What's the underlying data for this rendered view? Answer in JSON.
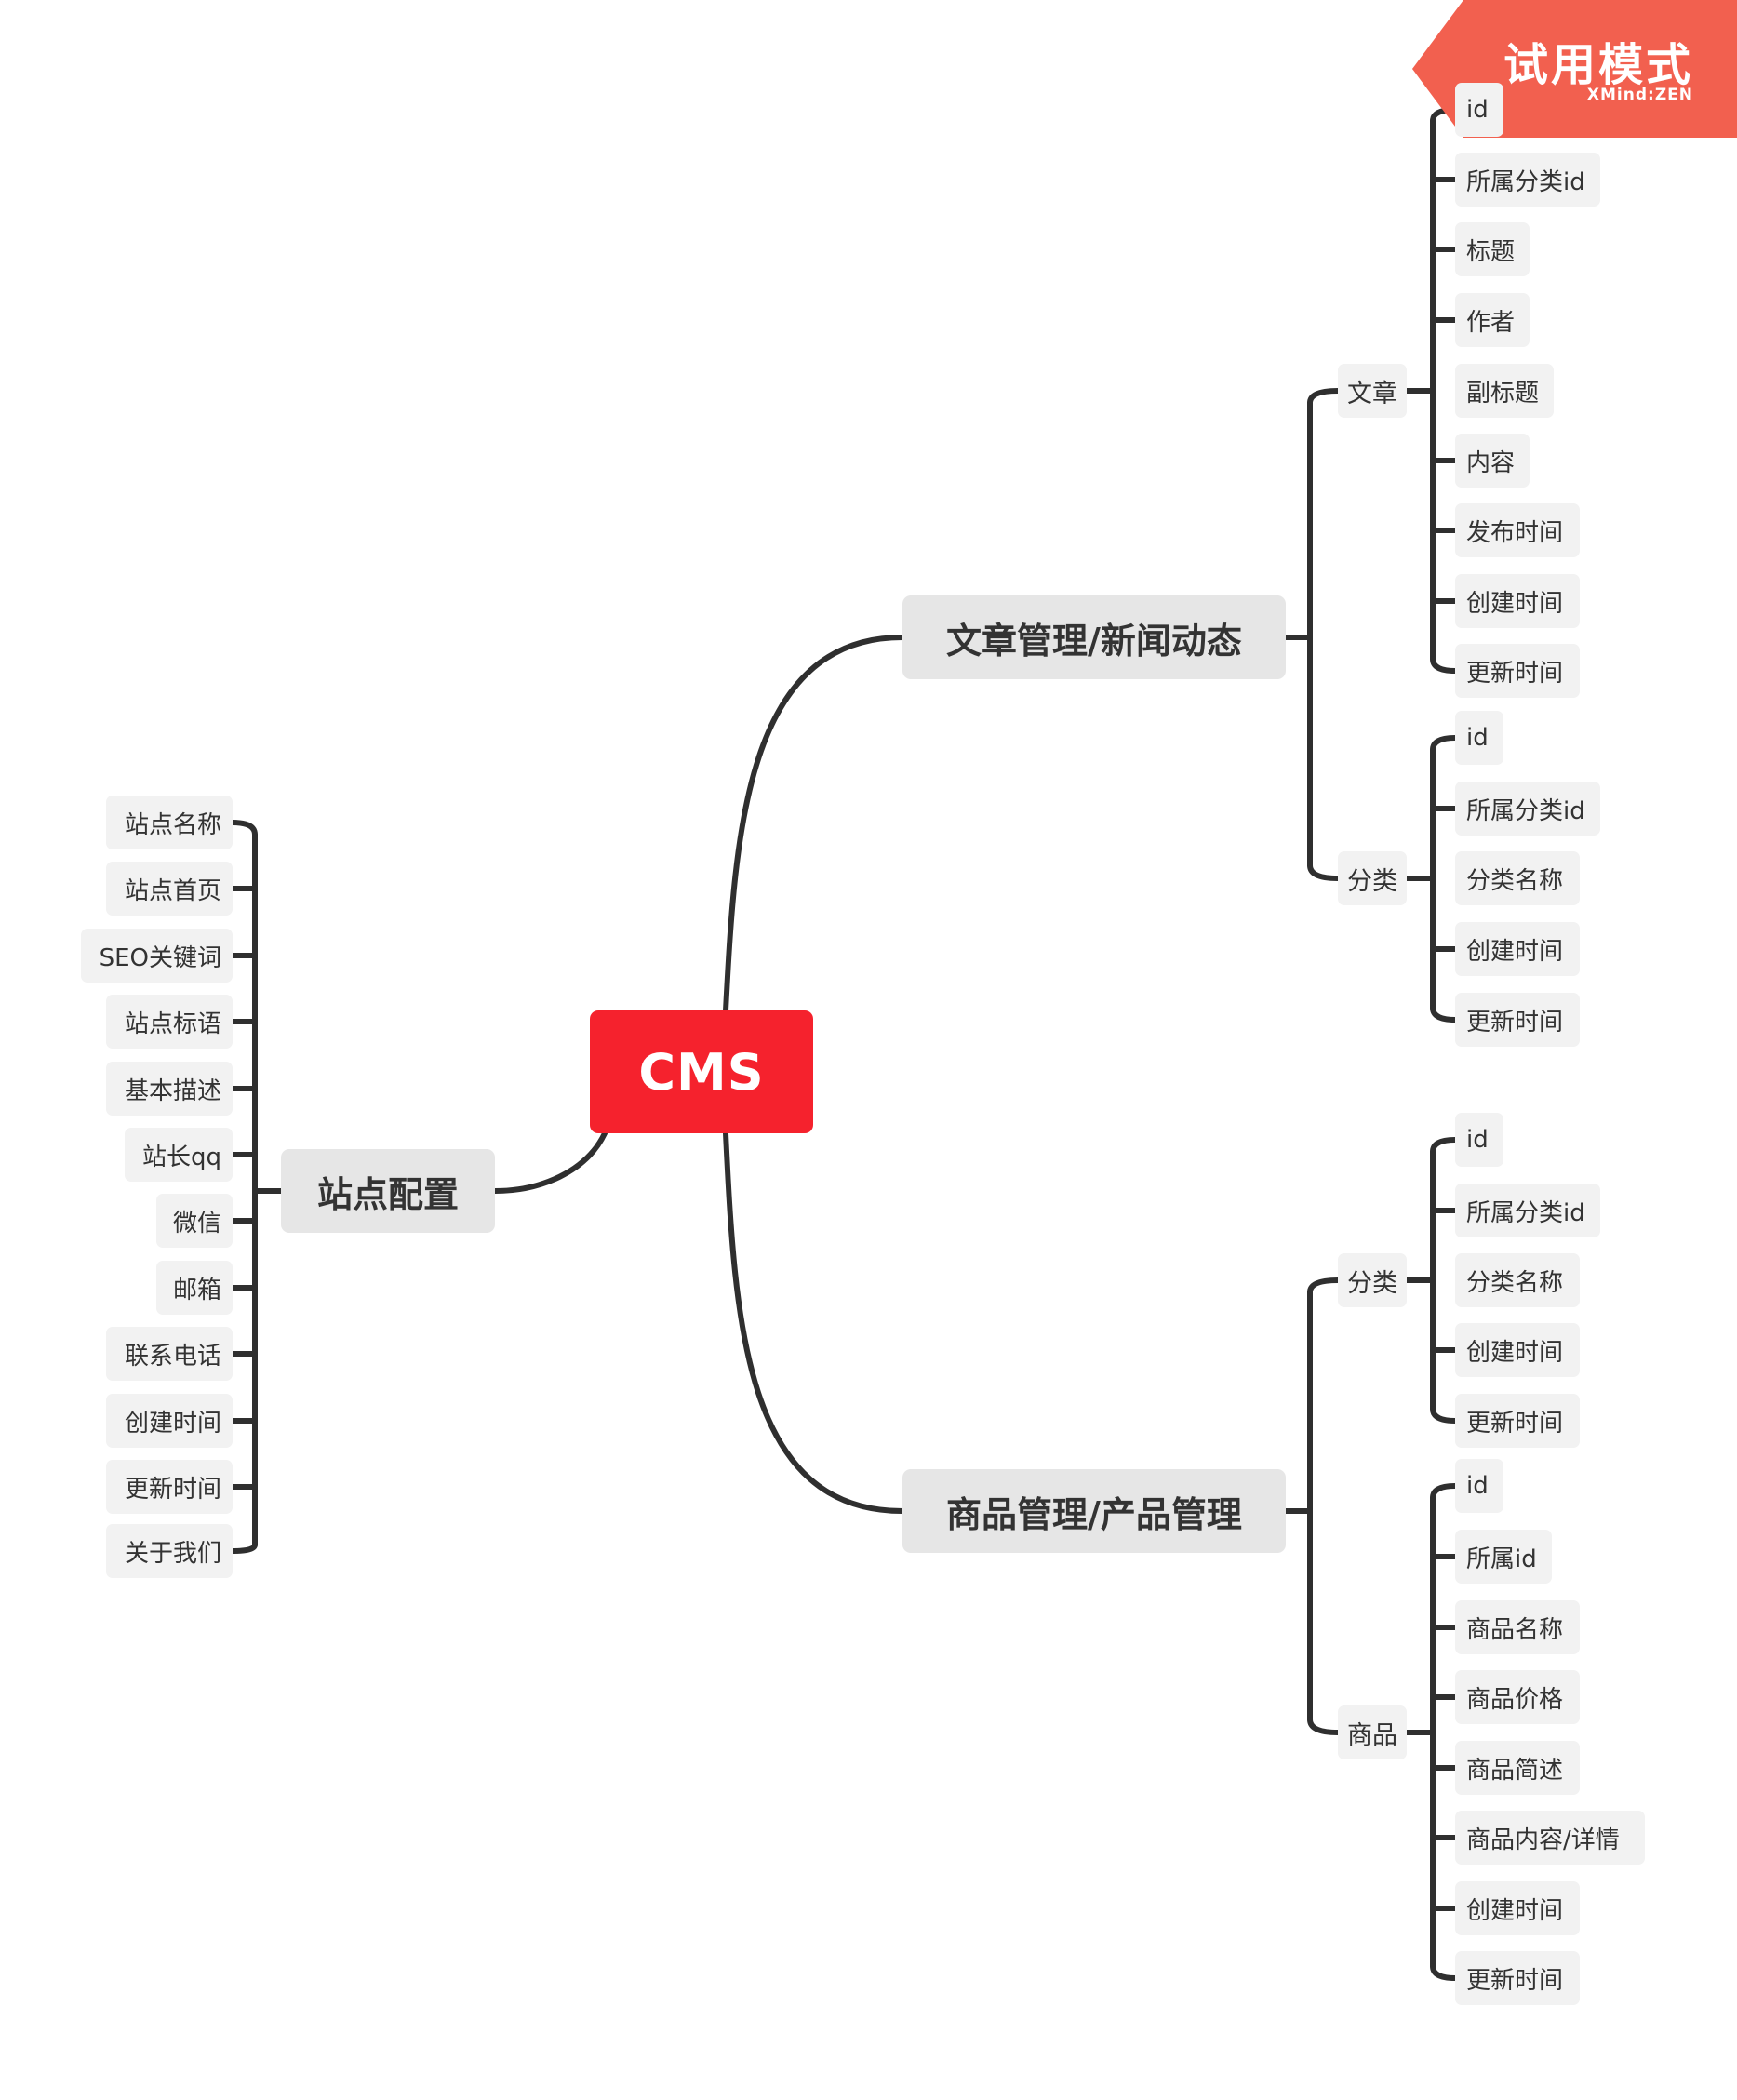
{
  "watermark": {
    "title": "试用模式",
    "brand": "XMind:ZEN"
  },
  "root": {
    "label": "CMS"
  },
  "branches": {
    "site": {
      "label": "站点配置",
      "items": [
        "站点名称",
        "站点首页",
        "SEO关键词",
        "站点标语",
        "基本描述",
        "站长qq",
        "微信",
        "邮箱",
        "联系电话",
        "创建时间",
        "更新时间",
        "关于我们"
      ]
    },
    "article": {
      "label": "文章管理/新闻动态",
      "groups": [
        {
          "label": "文章",
          "items": [
            "id",
            "所属分类id",
            "标题",
            "作者",
            "副标题",
            "内容",
            "发布时间",
            "创建时间",
            "更新时间"
          ]
        },
        {
          "label": "分类",
          "items": [
            "id",
            "所属分类id",
            "分类名称",
            "创建时间",
            "更新时间"
          ]
        }
      ]
    },
    "product": {
      "label": "商品管理/产品管理",
      "groups": [
        {
          "label": "分类",
          "items": [
            "id",
            "所属分类id",
            "分类名称",
            "创建时间",
            "更新时间"
          ]
        },
        {
          "label": "商品",
          "items": [
            "id",
            "所属id",
            "商品名称",
            "商品价格",
            "商品简述",
            "商品内容/详情",
            "创建时间",
            "更新时间"
          ]
        }
      ]
    }
  },
  "colors": {
    "root": "#f5222d",
    "main_topic": "#e6e6e6",
    "subtopic": "#f2f2f2",
    "line": "#2f2f2f",
    "watermark": "#f2604f"
  }
}
